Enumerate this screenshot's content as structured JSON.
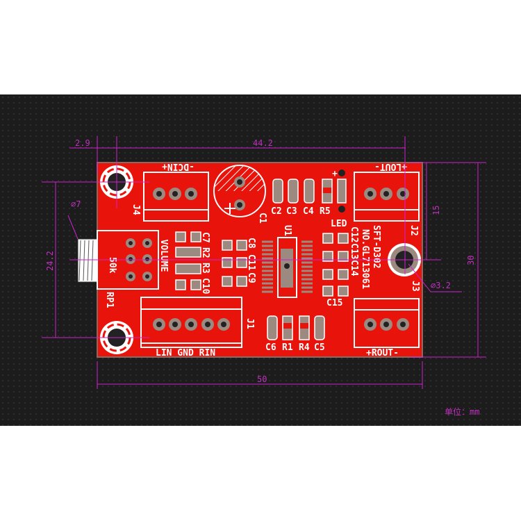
{
  "board": {
    "model": "SFT-D302",
    "serial": "NO.GL713061",
    "connectors": {
      "j4": "J4",
      "j1": "J1",
      "j2": "J2",
      "j3": "J3",
      "rp1": "RP1",
      "u1": "U1",
      "c1": "C1"
    },
    "connector_labels": {
      "dcin": "-DCIN+",
      "lout": "+LOUT-",
      "rout": "+ROUT-",
      "inputs": "LIN GND RIN",
      "volume": "VOLUME",
      "pot_value": "50k",
      "led": "LED",
      "plus": "+"
    },
    "parts": {
      "c7": "C7",
      "r2": "R2",
      "r3": "R3",
      "c10": "C10",
      "c8": "C8",
      "c11": "C11",
      "c9": "C9",
      "c2": "C2",
      "c3": "C3",
      "c4": "C4",
      "r5": "R5",
      "c12": "C12",
      "c13": "C13",
      "c14": "C14",
      "c15": "C15",
      "c6": "C6",
      "r1": "R1",
      "r4": "R4",
      "c5": "C5"
    }
  },
  "dimensions": {
    "left_offset": "2.9",
    "hole_spacing_x": "44.2",
    "hole_spacing_y": "24.2",
    "knob_dia": "⌀7",
    "half_height": "15",
    "height": "30",
    "hole_dia": "⌀3.2",
    "width": "50"
  },
  "unit_label": "单位：mm",
  "colors": {
    "board": "#e8140c",
    "background": "#1c1c1c",
    "dimension": "#d020d0"
  }
}
